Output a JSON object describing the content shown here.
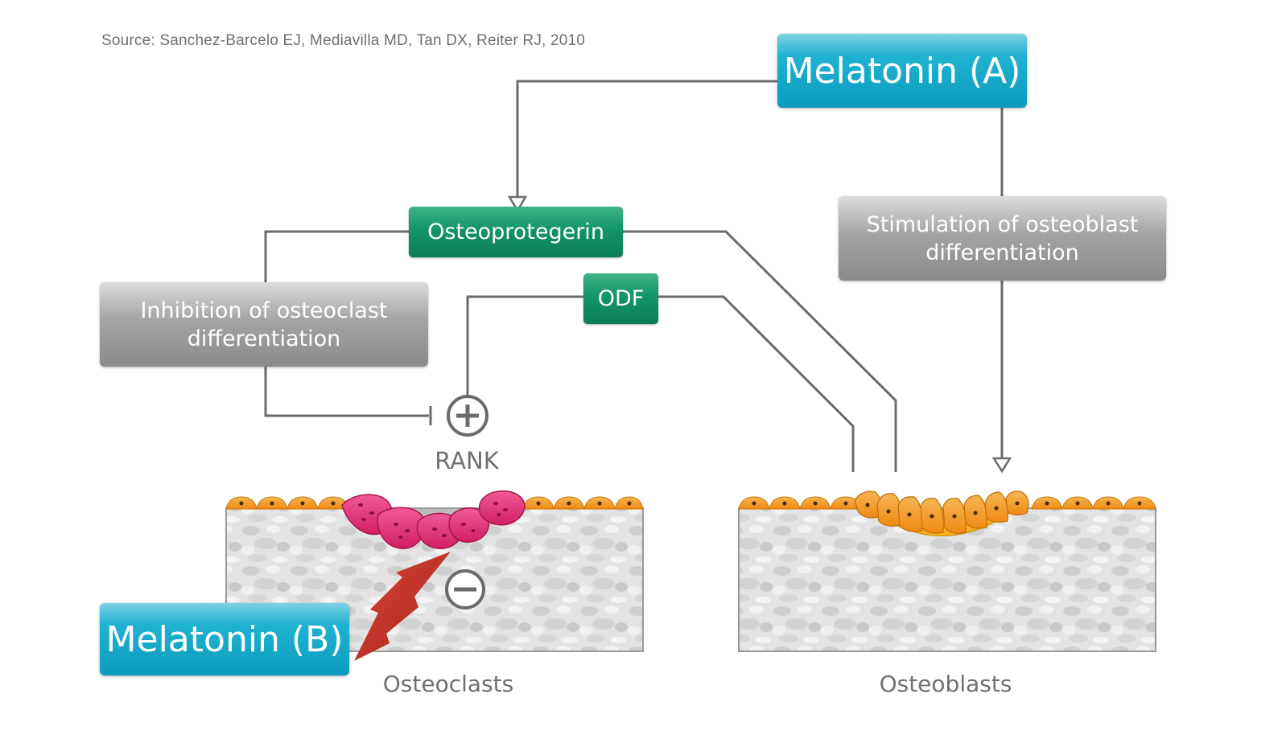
{
  "source": "Source: Sanchez-Barcelo EJ, Mediavilla MD, Tan DX, Reiter RJ, 2010",
  "nodes": {
    "melatonin_a": "Melatonin (A)",
    "melatonin_b": "Melatonin (B)",
    "osteoprotegerin": "Osteoprotegerin",
    "odf": "ODF",
    "inhibition": [
      "Inhibition of osteoclast",
      "differentiation"
    ],
    "stimulation": [
      "Stimulation of osteoblast",
      "differentiation"
    ],
    "rank": "RANK"
  },
  "symbols": {
    "plus": "plus-circle-icon",
    "minus": "minus-circle-icon",
    "lightning": "lightning-bolt-icon"
  },
  "tissues": {
    "osteoclasts": "Osteoclasts",
    "osteoblasts": "Osteoblasts"
  },
  "colors": {
    "melatonin": "#0b9bbf",
    "protein": "#13946a",
    "process": "#8b8b8b",
    "osteoclast_cell": "#e0357a",
    "osteoblast_cell": "#f39a1e",
    "lightning": "#c8342a",
    "connector": "#6b6b6b"
  }
}
